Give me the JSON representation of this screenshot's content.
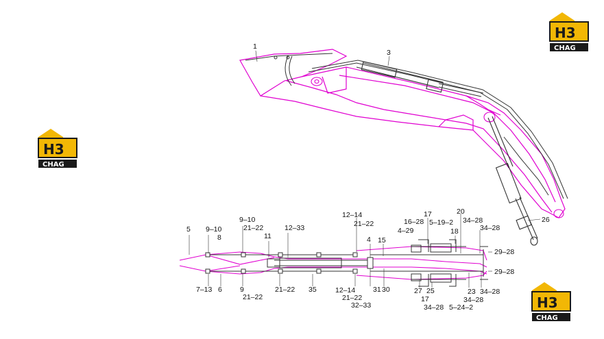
{
  "logo": {
    "mark": "H3",
    "caption": "CHAG"
  },
  "colors": {
    "outline": "#e000d0",
    "lines": "#333333",
    "logo_yellow": "#f2b705",
    "logo_black": "#1a1a1a"
  },
  "callouts": {
    "c1": "1",
    "c3": "3",
    "c26": "26",
    "c5": "5",
    "c9_10a": "9–10",
    "c8": "8",
    "c9_10b": "9–10",
    "c21_22a": "21–22",
    "c11": "11",
    "c12_33": "12–33",
    "c12_14a": "12–14",
    "c21_22b": "21–22",
    "c4a": "4",
    "c15": "15",
    "c16_28": "16–28",
    "c4_29": "4–29",
    "c17a": "17",
    "c5_19_2": "5–19–2",
    "c18": "18",
    "c20": "20",
    "c34_28a": "34–28",
    "c34_28b": "34–28",
    "c29_28a": "29–28",
    "c29_28b": "29–28",
    "c7_13": "7–13",
    "c6": "6",
    "c9": "9",
    "c21_22c": "21–22",
    "c21_22d": "21–22",
    "c35": "35",
    "c12_14b": "12–14",
    "c21_22e": "21–22",
    "c32_33": "32–33",
    "c31": "31",
    "c30": "30",
    "c27": "27",
    "c25": "25",
    "c17b": "17",
    "c34_28c": "34–28",
    "c5_24_2": "5–24–2",
    "c23": "23",
    "c34_28d": "34–28",
    "c34_28e": "34–28"
  }
}
